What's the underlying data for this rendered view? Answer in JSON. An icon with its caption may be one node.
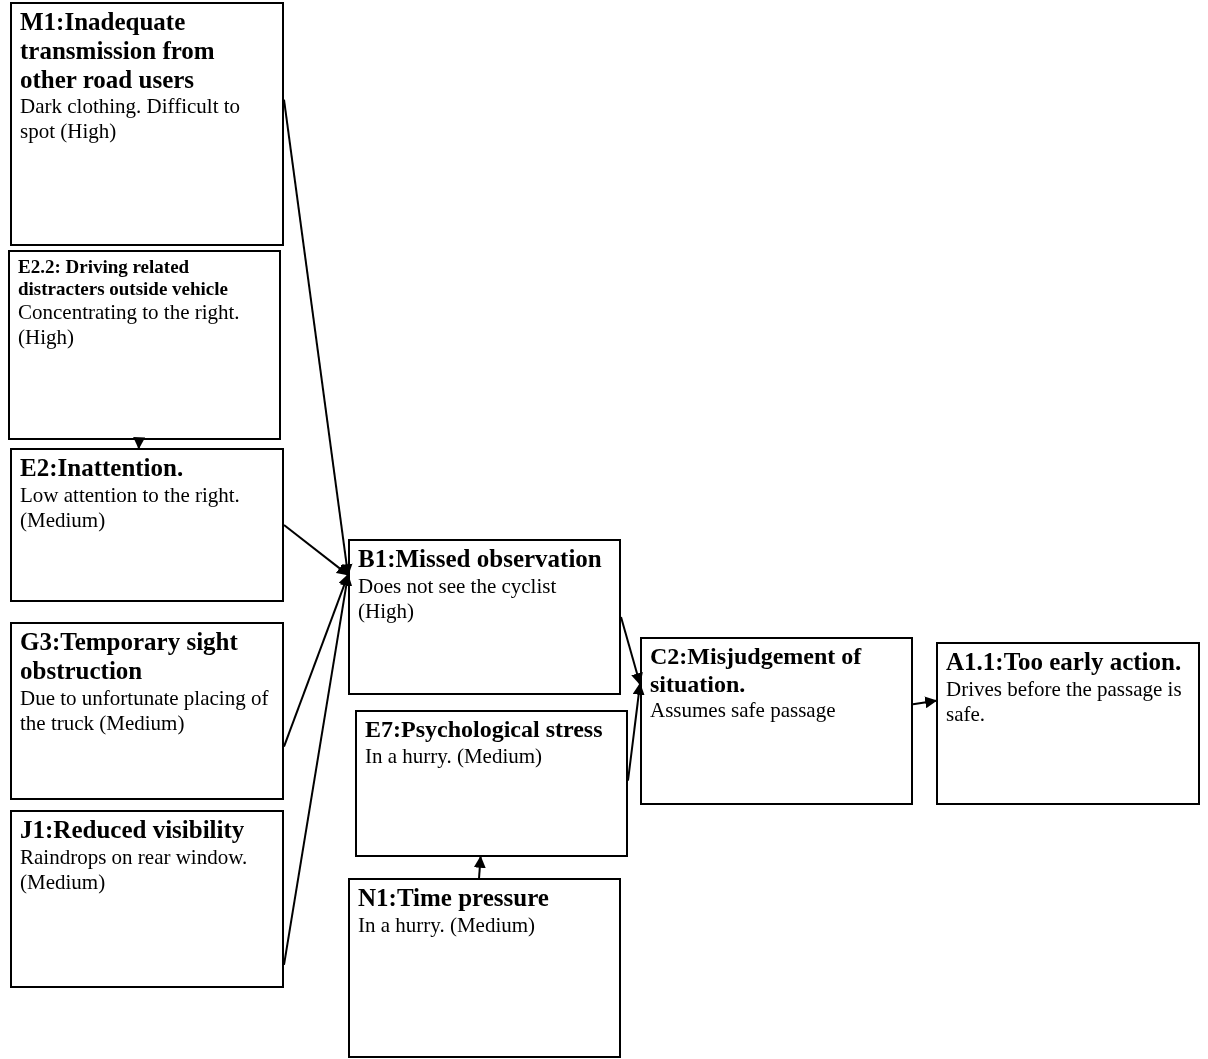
{
  "diagram": {
    "nodes": [
      {
        "text": [
          "M1:Inadequate transmission from other road users",
          "Dark clothing. Difficult to spot (High)"
        ]
      },
      {
        "text": [
          "E2.2: Driving related distracters outside vehicle",
          "Concentrating to the right. (High)"
        ]
      },
      {
        "text": [
          "E2:Inattention.",
          "Low attention to the right. (Medium)"
        ]
      },
      {
        "text": [
          "G3:Temporary sight obstruction",
          "Due to unfortunate placing of the truck (Medium)"
        ]
      },
      {
        "text": [
          "J1:Reduced visibility",
          "Raindrops on rear window. (Medium)"
        ]
      },
      {
        "text": [
          "B1:Missed observation",
          "Does not see the cyclist (High)"
        ]
      },
      {
        "text": [
          "E7:Psychological stress",
          "In a hurry. (Medium)"
        ]
      },
      {
        "text": [
          "N1:Time pressure",
          "In a hurry. (Medium)"
        ]
      },
      {
        "text": [
          "C2:Misjudgement of situation.",
          "Assumes safe passage"
        ]
      },
      {
        "text": [
          "A1.1:Too early action.",
          "Drives before the passage is safe."
        ]
      }
    ],
    "edges": [
      {
        "from": 0,
        "to": 5,
        "arrow": "to"
      },
      {
        "from": 1,
        "to": 2,
        "arrow": "to"
      },
      {
        "from": 2,
        "to": 5,
        "arrow": "to"
      },
      {
        "from": 3,
        "to": 5,
        "arrow": "to"
      },
      {
        "from": 4,
        "to": 5,
        "arrow": "to"
      },
      {
        "from": 5,
        "to": 8,
        "arrow": "to"
      },
      {
        "from": 6,
        "to": 8,
        "arrow": "to"
      },
      {
        "from": 7,
        "to": 6,
        "arrow": "to"
      },
      {
        "from": 8,
        "to": 9,
        "arrow": "to"
      }
    ]
  }
}
